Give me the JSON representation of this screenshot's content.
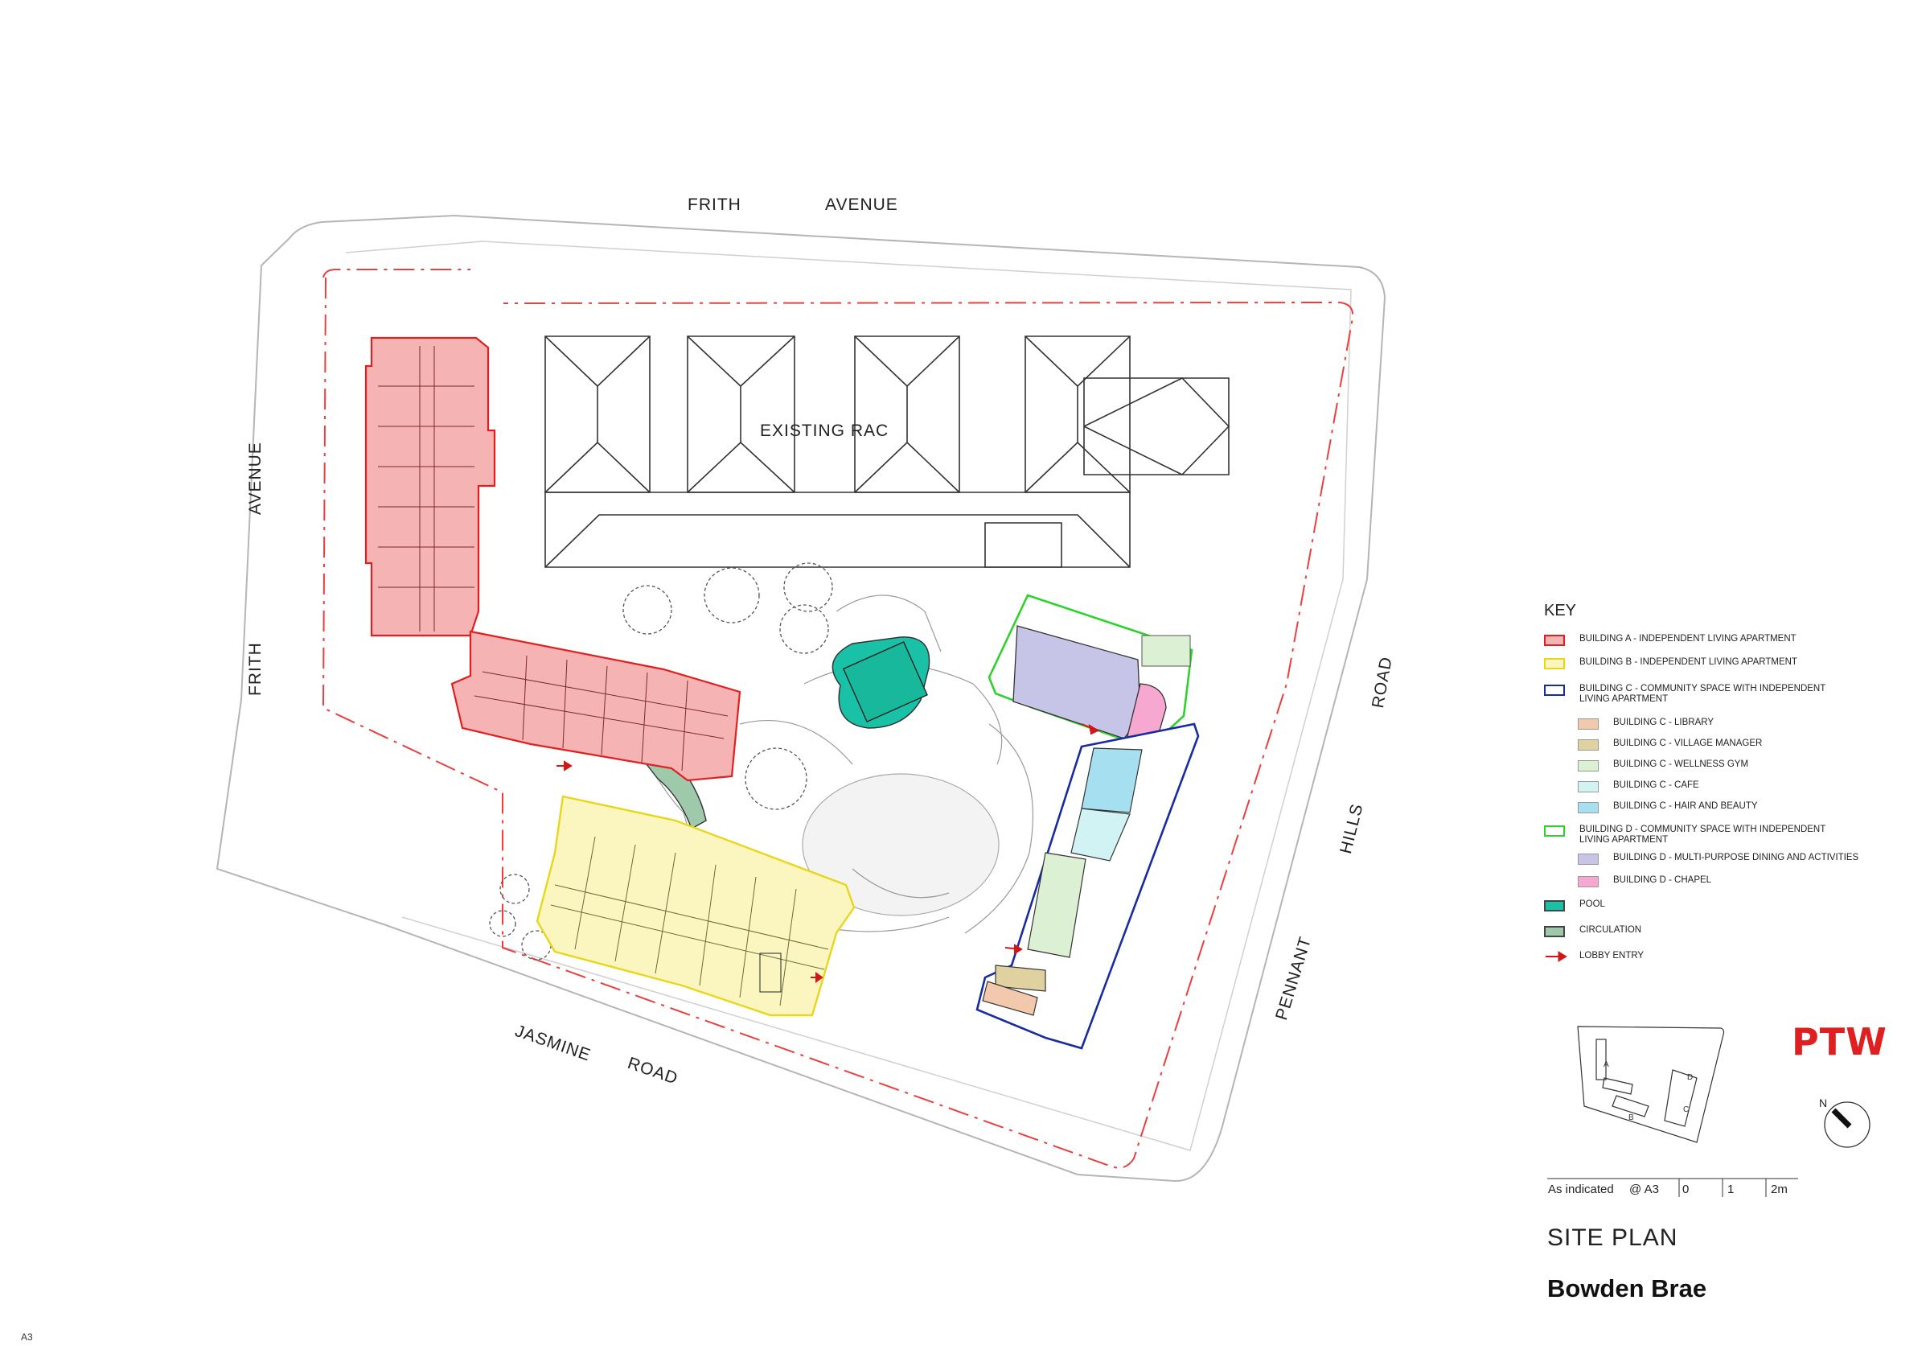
{
  "streets": {
    "north_1": "FRITH",
    "north_2": "AVENUE",
    "west_1": "AVENUE",
    "west_2": "FRITH",
    "east_1": "ROAD",
    "east_2": "HILLS",
    "east_3": "PENNANT",
    "south_1": "JASMINE",
    "south_2": "ROAD"
  },
  "labels": {
    "existing": "EXISTING RAC"
  },
  "key": {
    "title": "KEY",
    "items": [
      {
        "label": "BUILDING A - INDEPENDENT LIVING APARTMENT",
        "fill": "#f6b3b3",
        "stroke": "#e02020",
        "sub": false
      },
      {
        "label": "BUILDING B - INDEPENDENT LIVING APARTMENT",
        "fill": "#fbf6c0",
        "stroke": "#e8d61a",
        "sub": false
      },
      {
        "label": "BUILDING C - COMMUNITY SPACE WITH INDEPENDENT LIVING APARTMENT",
        "fill": "#ffffff",
        "stroke": "#1a2b9e",
        "sub": false
      },
      {
        "label": "BUILDING C - LIBRARY",
        "fill": "#f2c9ad",
        "stroke": "#999999",
        "sub": true
      },
      {
        "label": "BUILDING C - VILLAGE MANAGER",
        "fill": "#e0d2a0",
        "stroke": "#999999",
        "sub": true
      },
      {
        "label": "BUILDING C - WELLNESS GYM",
        "fill": "#dcf1d4",
        "stroke": "#999999",
        "sub": true
      },
      {
        "label": "BUILDING C - CAFE",
        "fill": "#d2f3f4",
        "stroke": "#999999",
        "sub": true
      },
      {
        "label": "BUILDING C - HAIR AND BEAUTY",
        "fill": "#a6dff0",
        "stroke": "#999999",
        "sub": true
      },
      {
        "label": "BUILDING D - COMMUNITY SPACE WITH INDEPENDENT LIVING APARTMENT",
        "fill": "#ffffff",
        "stroke": "#2ed12e",
        "sub": false
      },
      {
        "label": "BUILDING D - MULTI-PURPOSE DINING AND ACTIVITIES",
        "fill": "#c6c5e8",
        "stroke": "#999999",
        "sub": true
      },
      {
        "label": "BUILDING D - CHAPEL",
        "fill": "#f6a8d0",
        "stroke": "#999999",
        "sub": true
      },
      {
        "label": "POOL",
        "fill": "#19c2a6",
        "stroke": "#444444",
        "sub": false
      },
      {
        "label": "CIRCULATION",
        "fill": "#9fc9ab",
        "stroke": "#444444",
        "sub": false
      },
      {
        "label": "LOBBY ENTRY",
        "fill": "",
        "stroke": "#d01818",
        "sub": false,
        "arrow": true
      }
    ]
  },
  "locator": {
    "label_a": "A",
    "label_b": "B",
    "label_c": "C",
    "label_d": "D",
    "north": "N"
  },
  "logo": "PTW",
  "scale": {
    "indicated": "As indicated",
    "size": "@ A3",
    "tick_0": "0",
    "tick_1": "1",
    "tick_2": "2m"
  },
  "sheet": {
    "title": "SITE PLAN",
    "project": "Bowden Brae",
    "paper": "A3"
  },
  "colors": {
    "red_boundary": "#e84040",
    "building_a": "#f6b3b3",
    "building_b": "#fbf6c0",
    "pool": "#19c2a6",
    "circulation": "#9fc9ab",
    "brand": "#e02020"
  }
}
